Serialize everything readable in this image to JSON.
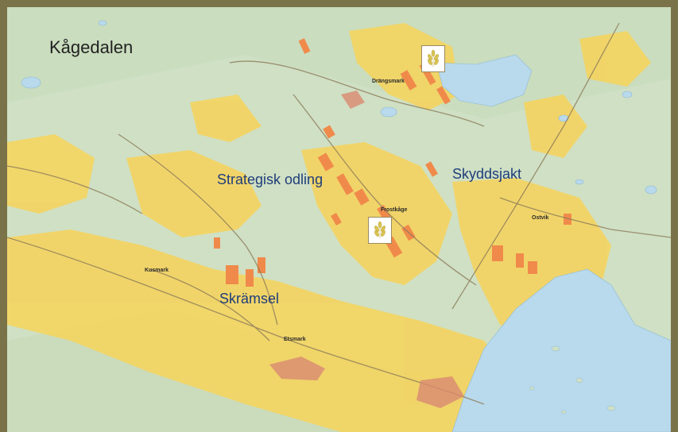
{
  "map": {
    "title": "Kågedalen",
    "overlay_labels": {
      "strategic": "Strategisk odling",
      "protective_hunting": "Skyddsjakt",
      "scaring": "Skrämsel"
    },
    "place_names": {
      "drangsmark": "Drängsmark",
      "frostkage": "Frostkåge",
      "ostvik": "Ostvik",
      "kusmark": "Kusmark",
      "etsmark": "Etsmark"
    },
    "markers": [
      {
        "icon": "grain-icon"
      },
      {
        "icon": "grain-icon"
      }
    ],
    "colors": {
      "frame": "#7a7349",
      "forest": "#cfe0c4",
      "farmland": "#f7d35a",
      "highlighted_fields": "#f08a4b",
      "water": "#b9d9ec",
      "roads": "#8c7b5a",
      "overlay_text": "#1f3d7a"
    }
  }
}
